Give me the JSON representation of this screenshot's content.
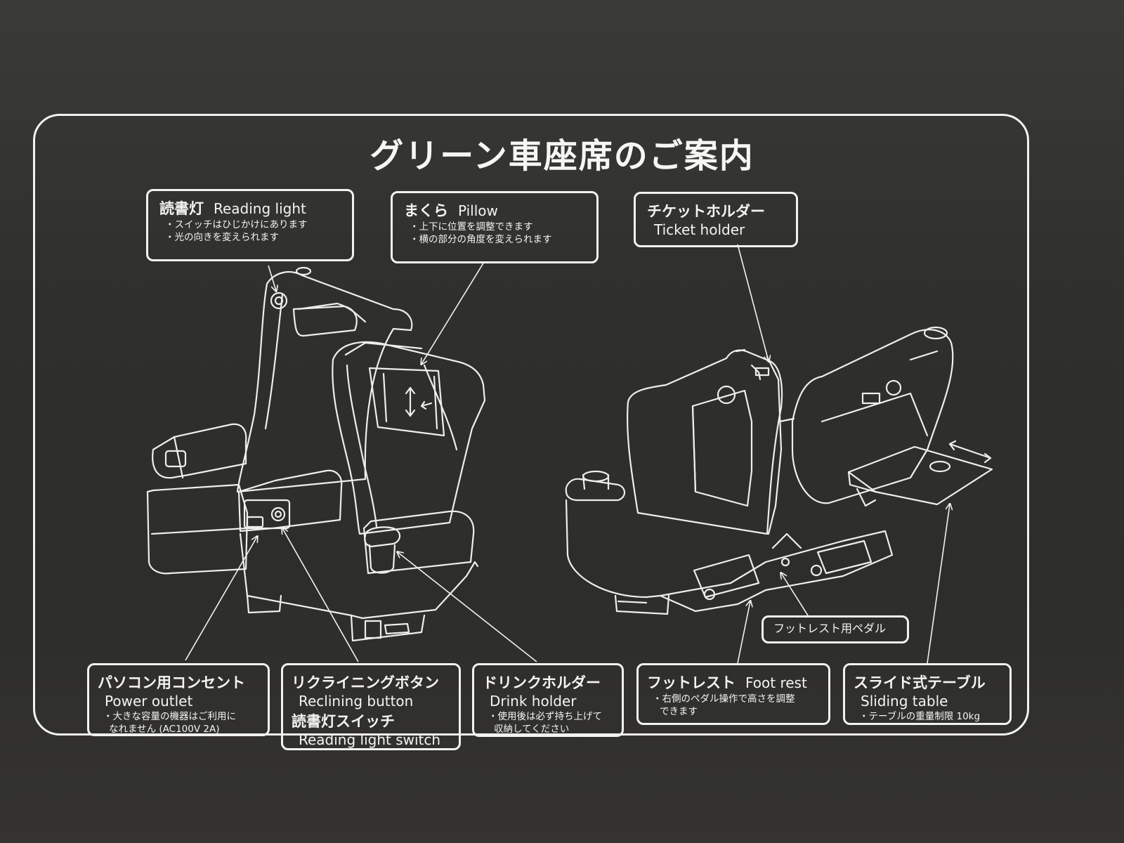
{
  "title": "グリーン車座席のご案内",
  "callouts": {
    "reading_light": {
      "ja": "読書灯",
      "en": "Reading light",
      "notes": [
        "・スイッチはひじかけにあります",
        "・光の向きを変えられます"
      ]
    },
    "pillow": {
      "ja": "まくら",
      "en": "Pillow",
      "notes": [
        "・上下に位置を調整できます",
        "・横の部分の角度を変えられます"
      ]
    },
    "ticket_holder": {
      "ja": "チケットホルダー",
      "en": "Ticket holder"
    },
    "power_outlet": {
      "ja": "パソコン用コンセント",
      "en": "Power outlet",
      "notes": [
        "・大きな容量の機器はご利用に",
        "なれません (AC100V 2A)"
      ]
    },
    "reclining_button": {
      "ja": "リクライニングボタン",
      "en": "Reclining button",
      "ja2": "読書灯スイッチ",
      "en2": "Reading light switch"
    },
    "drink_holder": {
      "ja": "ドリンクホルダー",
      "en": "Drink holder",
      "notes": [
        "・使用後は必ず持ち上げて",
        "収納してください"
      ]
    },
    "footrest_pedal": {
      "ja": "フットレスト用ペダル"
    },
    "foot_rest": {
      "ja": "フットレスト",
      "en": "Foot rest",
      "notes": [
        "・右側のペダル操作で高さを調整",
        "できます"
      ]
    },
    "sliding_table": {
      "ja": "スライド式テーブル",
      "en": "Sliding table",
      "notes": [
        "・テーブルの重量制限 10kg"
      ]
    }
  }
}
